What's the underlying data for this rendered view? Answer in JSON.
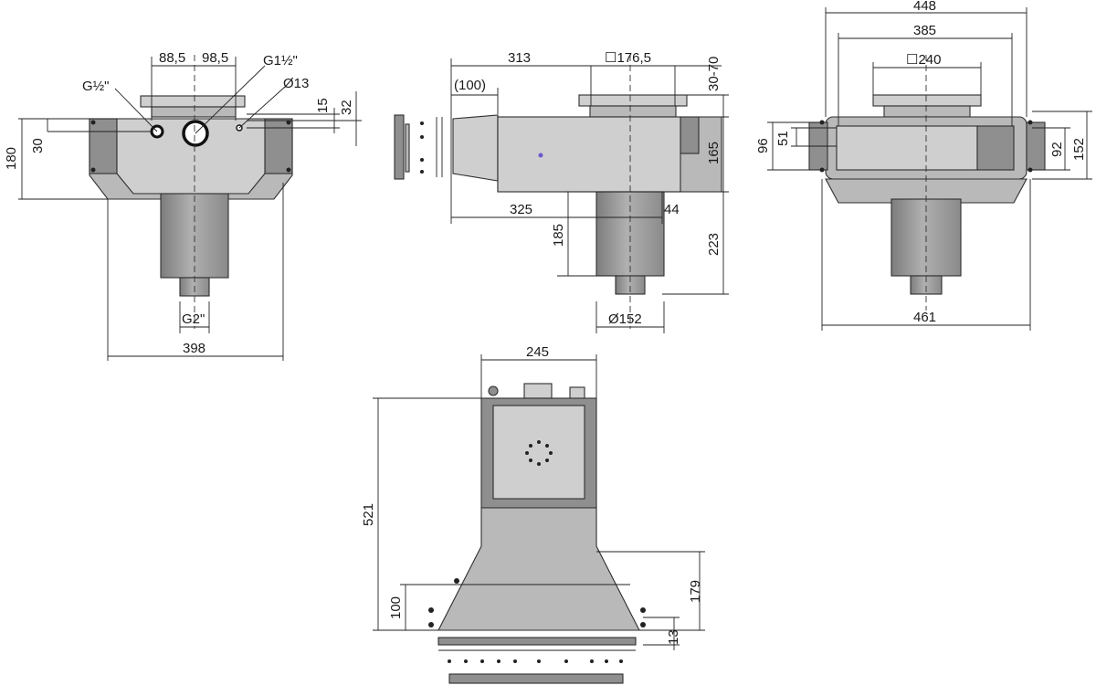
{
  "views": {
    "front": {
      "dim_88_5": "88,5",
      "dim_98_5": "98,5",
      "dim_g_half": "G½\"",
      "dim_g_1half": "G1½\"",
      "dim_d13": "Ø13",
      "dim_15": "15",
      "dim_32": "32",
      "dim_30": "30",
      "dim_180": "180",
      "dim_g2": "G2\"",
      "dim_398": "398"
    },
    "side": {
      "dim_313": "313",
      "dim_sq176": "☐176,5",
      "dim_100": "(100)",
      "dim_30_70": "30-70",
      "dim_165": "165",
      "dim_325": "325",
      "dim_44": "44",
      "dim_185": "185",
      "dim_223": "223",
      "dim_d152": "Ø152"
    },
    "top_right": {
      "dim_448": "448",
      "dim_385": "385",
      "dim_sq240": "☐240",
      "dim_96": "96",
      "dim_51": "51",
      "dim_92": "92",
      "dim_152": "152",
      "dim_461": "461"
    },
    "bottom": {
      "dim_245": "245",
      "dim_521": "521",
      "dim_179": "179",
      "dim_100": "100",
      "dim_13": "13"
    }
  }
}
